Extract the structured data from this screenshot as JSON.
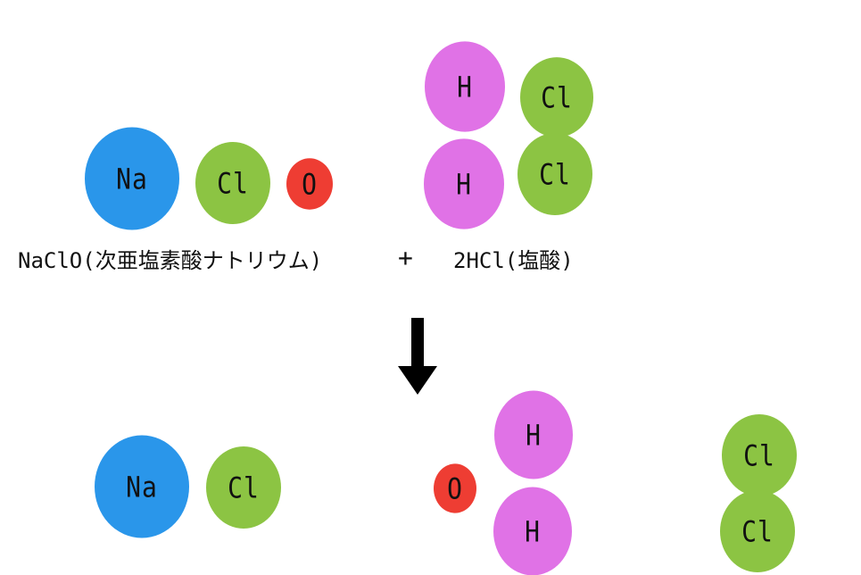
{
  "colors": {
    "sodium": "#2a96ea",
    "chlorine": "#8cc443",
    "hydrogen": "#e072e6",
    "oxygen": "#ee3d33",
    "arrow": "#000000"
  },
  "reactants": {
    "naclo": {
      "atoms": [
        "Na",
        "Cl",
        "O"
      ],
      "label": "NaClO(次亜塩素酸ナトリウム)"
    },
    "plus": "+",
    "hcl": {
      "atoms": [
        "H",
        "Cl",
        "H",
        "Cl"
      ],
      "label": "2HCl(塩酸)"
    }
  },
  "arrow_icon": "down-arrow-icon",
  "products": {
    "nacl": {
      "atoms": [
        "Na",
        "Cl"
      ]
    },
    "water": {
      "atoms": [
        "O",
        "H",
        "H"
      ]
    },
    "chlorine_gas": {
      "atoms": [
        "Cl",
        "Cl"
      ]
    }
  }
}
